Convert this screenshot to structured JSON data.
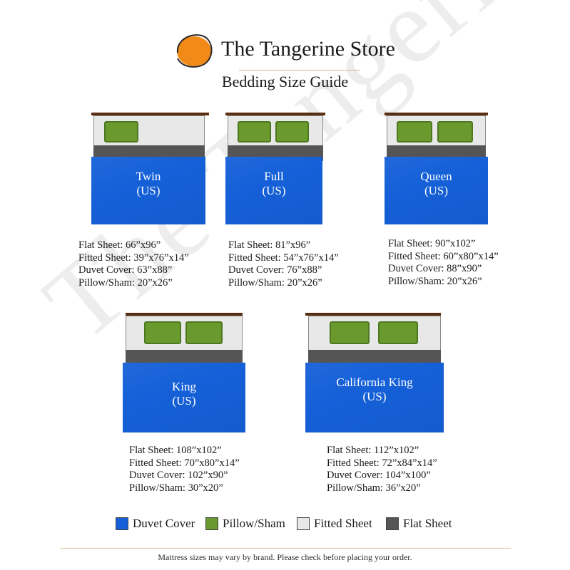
{
  "brand": {
    "name": "The Tangerine Store",
    "watermark": "The Tangerine Store",
    "logo_color": "#f28a1a"
  },
  "page": {
    "subtitle": "Bedding Size Guide",
    "footer": "Mattress sizes may vary by brand. Please check before placing your order."
  },
  "colors": {
    "duvet": "#1560d8",
    "pillow": "#6a9a2e",
    "fitted": "#e8e8e8",
    "flat": "#555555"
  },
  "beds": [
    {
      "name": "Twin",
      "region": "(US)",
      "specs": [
        "Flat Sheet: 66”x96”",
        "Fitted Sheet: 39”x76”x14”",
        "Duvet Cover: 63”x88”",
        "Pillow/Sham: 20”x26”"
      ]
    },
    {
      "name": "Full",
      "region": "(US)",
      "specs": [
        "Flat Sheet: 81”x96”",
        "Fitted Sheet: 54”x76”x14”",
        "Duvet Cover: 76”x88”",
        "Pillow/Sham: 20”x26”"
      ]
    },
    {
      "name": "Queen",
      "region": "(US)",
      "specs": [
        "Flat Sheet: 90”x102”",
        "Fitted Sheet: 60”x80”x14”",
        "Duvet Cover: 88”x90”",
        "Pillow/Sham: 20”x26”"
      ]
    },
    {
      "name": "King",
      "region": "(US)",
      "specs": [
        "Flat Sheet: 108”x102”",
        "Fitted Sheet: 70”x80”x14”",
        "Duvet Cover: 102”x90”",
        "Pillow/Sham: 30”x20”"
      ]
    },
    {
      "name": "California King",
      "region": "(US)",
      "specs": [
        "Flat Sheet: 112”x102”",
        "Fitted Sheet: 72”x84”x14”",
        "Duvet Cover: 104”x100”",
        "Pillow/Sham: 36”x20”"
      ]
    }
  ],
  "legend": [
    {
      "label": "Duvet Cover",
      "color": "#1560d8"
    },
    {
      "label": "Pillow/Sham",
      "color": "#6a9a2e"
    },
    {
      "label": "Fitted Sheet",
      "color": "#e8e8e8"
    },
    {
      "label": "Flat Sheet",
      "color": "#555555"
    }
  ]
}
